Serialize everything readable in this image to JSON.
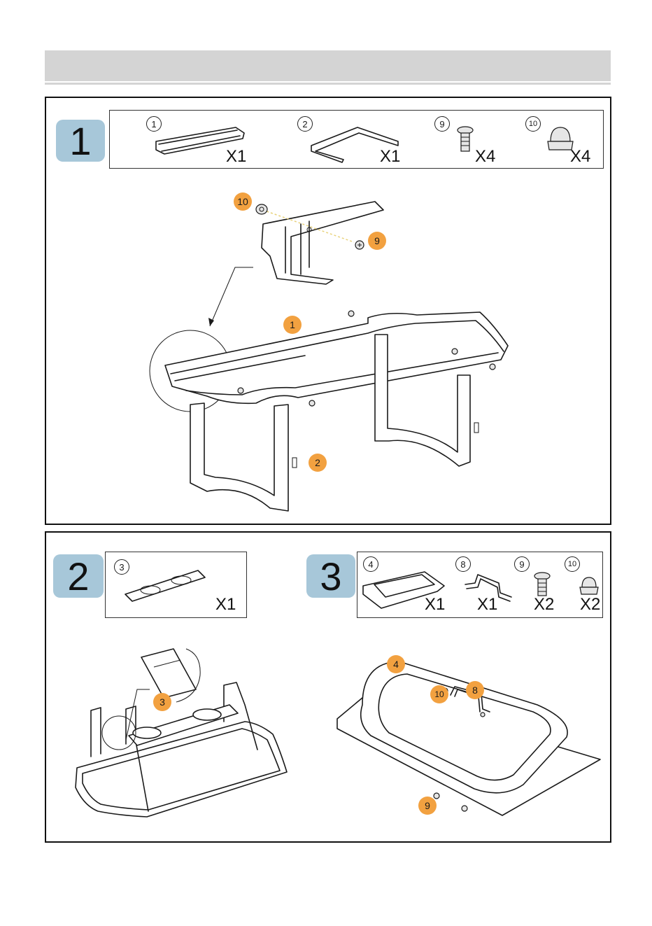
{
  "step1": {
    "badge": "1",
    "parts": [
      {
        "num": "1",
        "qty": "X1"
      },
      {
        "num": "2",
        "qty": "X1"
      },
      {
        "num": "9",
        "qty": "X4"
      },
      {
        "num": "10",
        "qty": "X4"
      }
    ],
    "callouts": {
      "nut": "10",
      "screw": "9",
      "frame": "1",
      "leg": "2"
    }
  },
  "step2": {
    "badge": "2",
    "parts": [
      {
        "num": "3",
        "qty": "X1"
      }
    ],
    "callouts": {
      "bracket": "3"
    }
  },
  "step3": {
    "badge": "3",
    "parts": [
      {
        "num": "4",
        "qty": "X1"
      },
      {
        "num": "8",
        "qty": "X1"
      },
      {
        "num": "9",
        "qty": "X2"
      },
      {
        "num": "10",
        "qty": "X2"
      }
    ],
    "callouts": {
      "pan": "4",
      "handle": "8",
      "nut": "10",
      "screw": "9"
    }
  },
  "colors": {
    "badge": "#a7c7d9",
    "callout": "#f2a140",
    "header": "#d4d4d4"
  }
}
